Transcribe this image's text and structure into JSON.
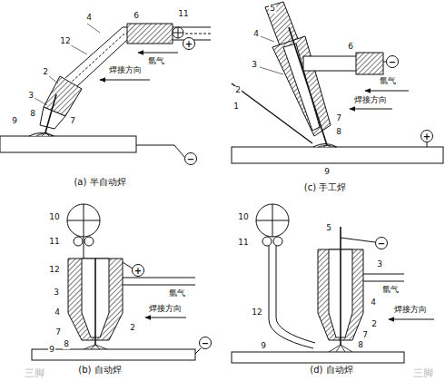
{
  "diagram": {
    "labels": [
      "4",
      "6",
      "11",
      "+",
      "12",
      "氩气",
      "焊接方向",
      "2",
      "3",
      "8",
      "9",
      "7",
      "−",
      "(a) 半自动焊",
      "5",
      "4",
      "3",
      "6",
      "−",
      "氩气",
      "焊接方向",
      "2",
      "7",
      "1",
      "8",
      "9",
      "+",
      "(c) 手工焊",
      "10",
      "11",
      "12",
      "+",
      "3",
      "氩气",
      "4",
      "2",
      "焊接方向",
      "7",
      "9",
      "8",
      "−",
      "(b) 自动焊",
      "10",
      "11",
      "5",
      "−",
      "3",
      "氩气",
      "12",
      "4",
      "焊接方向",
      "2",
      "7",
      "8",
      "9",
      "(d) 自动焊",
      "三脚",
      "三脚"
    ]
  }
}
